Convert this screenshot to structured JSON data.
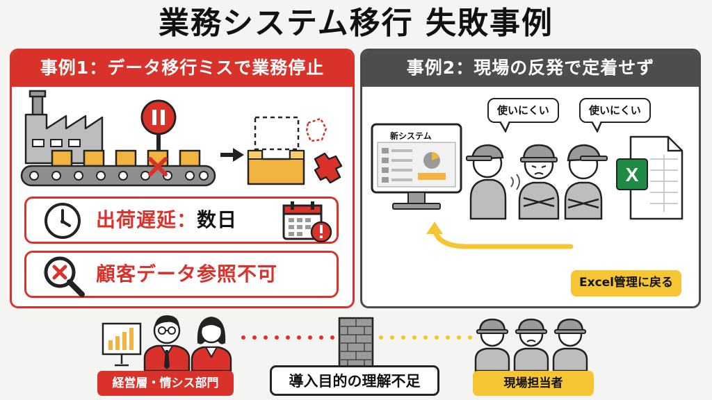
{
  "title": "業務システム移行 失敗事例",
  "case1": {
    "heading": "事例1：データ移行ミスで業務停止",
    "info1_label": "出荷遅延：",
    "info1_value": "数日",
    "info2_label": "顧客データ参照不可",
    "icons": [
      "factory-icon",
      "pause-icon",
      "cross-icon",
      "arrow-right-icon",
      "empty-box-icon",
      "puzzle-piece-icon",
      "clock-icon",
      "calendar-alert-icon",
      "magnifier-cross-icon"
    ]
  },
  "case2": {
    "heading": "事例2：現場の反発で定着せず",
    "screen_title": "新システム",
    "bubble1": "使いにくい",
    "bubble2": "使いにくい",
    "excel_tag": "Excel管理に戻る",
    "excel_letter": "X",
    "icons": [
      "monitor-icon",
      "worker-icon",
      "excel-file-icon",
      "curved-arrow-icon"
    ]
  },
  "bottom": {
    "left_label": "経営層・情シス部門",
    "center_label": "導入目的の理解不足",
    "right_label": "現場担当者",
    "icons": [
      "chart-board-icon",
      "manager-icon",
      "brick-wall-icon",
      "worker-icon"
    ]
  },
  "colors": {
    "red": "#d9322b",
    "yellow": "#f5c533",
    "dark": "#4d4d4d",
    "orange": "#f2b441",
    "excel_green": "#1e8a44"
  }
}
